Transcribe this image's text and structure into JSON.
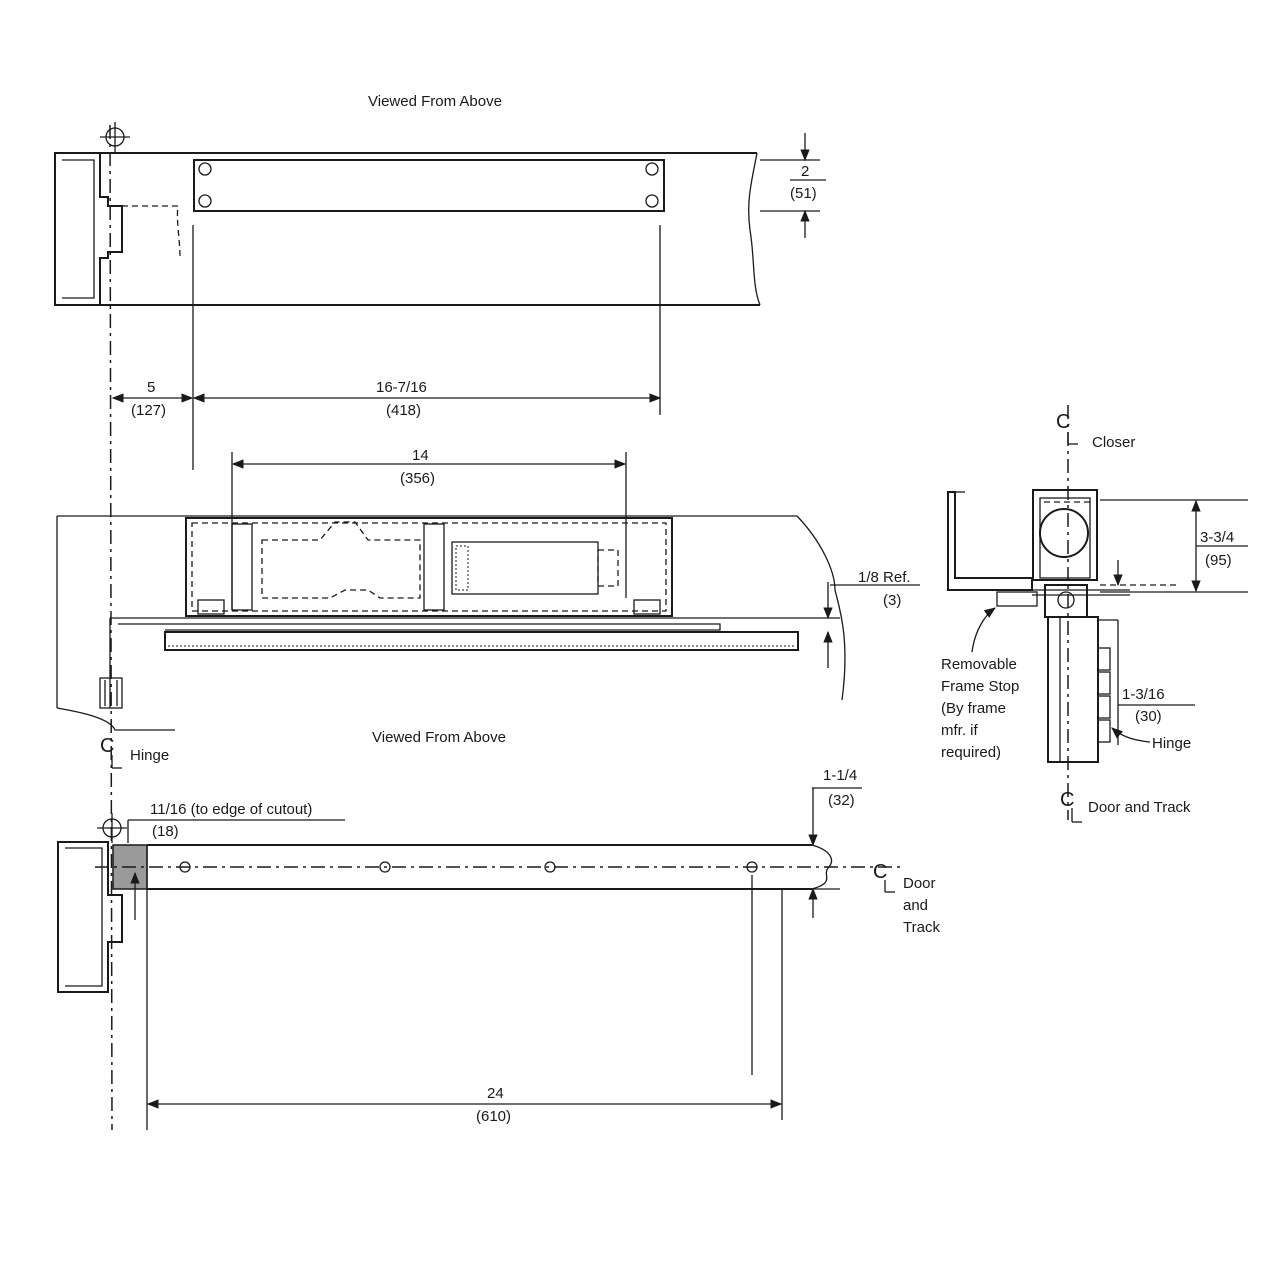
{
  "top_view": {
    "title": "Viewed From Above",
    "dim_depth": "2",
    "dim_depth_mm": "(51)",
    "dim_offset": "5",
    "dim_offset_mm": "(127)",
    "dim_length": "16-7/16",
    "dim_length_mm": "(418)"
  },
  "mid_view": {
    "dim_body": "14",
    "dim_body_mm": "(356)",
    "dim_ref": "1/8 Ref.",
    "dim_ref_mm": "(3)",
    "hinge_label": "Hinge",
    "title": "Viewed From Above"
  },
  "bottom_view": {
    "dim_cutout": "11/16 (to edge of cutout)",
    "dim_cutout_mm": "(18)",
    "dim_track_w": "1-1/4",
    "dim_track_w_mm": "(32)",
    "door_track_1": "Door",
    "door_track_2": "and",
    "door_track_3": "Track",
    "dim_track_len": "24",
    "dim_track_len_mm": "(610)"
  },
  "section_view": {
    "closer_label": "Closer",
    "dim_height": "3-3/4",
    "dim_height_mm": "(95)",
    "frame_stop_1": "Removable",
    "frame_stop_2": "Frame Stop",
    "frame_stop_3": "(By frame",
    "frame_stop_4": "mfr. if",
    "frame_stop_5": "required)",
    "dim_offset": "1-3/16",
    "dim_offset_mm": "(30)",
    "hinge_label": "Hinge",
    "door_track_label": "Door and Track"
  },
  "centerline_symbol": "C L"
}
